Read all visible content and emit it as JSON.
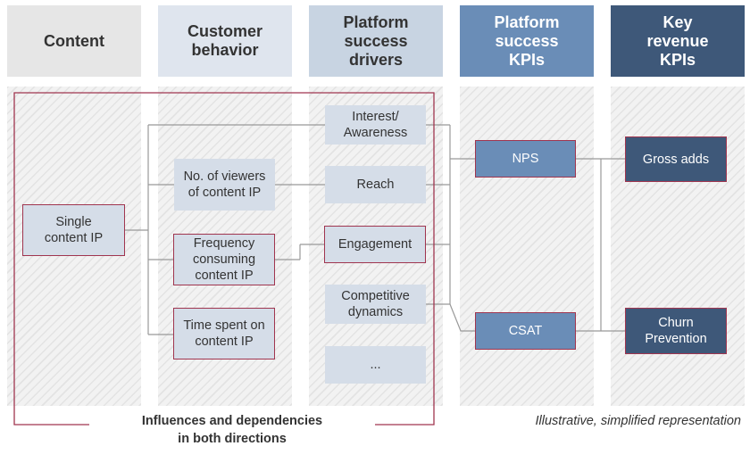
{
  "columns": [
    {
      "label": "Content",
      "bg": "#e6e6e6",
      "fg": "#333333"
    },
    {
      "label": "Customer\nbehavior",
      "bg": "#dfe5ee",
      "fg": "#333333"
    },
    {
      "label": "Platform\nsuccess\ndrivers",
      "bg": "#c8d4e2",
      "fg": "#333333"
    },
    {
      "label": "Platform\nsuccess\nKPIs",
      "bg": "#6a8db7",
      "fg": "#ffffff"
    },
    {
      "label": "Key\nrevenue\nKPIs",
      "bg": "#3e5879",
      "fg": "#ffffff"
    }
  ],
  "content": {
    "single_content_ip": "Single\ncontent IP"
  },
  "customer_behavior": {
    "viewers": "No. of viewers\nof content IP",
    "frequency": "Frequency\nconsuming\ncontent IP",
    "time_spent": "Time spent on\ncontent IP"
  },
  "drivers": {
    "interest": "Interest/\nAwareness",
    "reach": "Reach",
    "engagement": "Engagement",
    "competitive": "Competitive\ndynamics",
    "more": "..."
  },
  "platform_kpis": {
    "nps": "NPS",
    "csat": "CSAT"
  },
  "revenue_kpis": {
    "gross_adds": "Gross adds",
    "churn": "Churn\nPrevention"
  },
  "captions": {
    "influences": "Influences and dependencies\nin both directions",
    "note": "Illustrative, simplified representation"
  },
  "colors": {
    "accent_border": "#a0354f",
    "connector": "#999999"
  }
}
